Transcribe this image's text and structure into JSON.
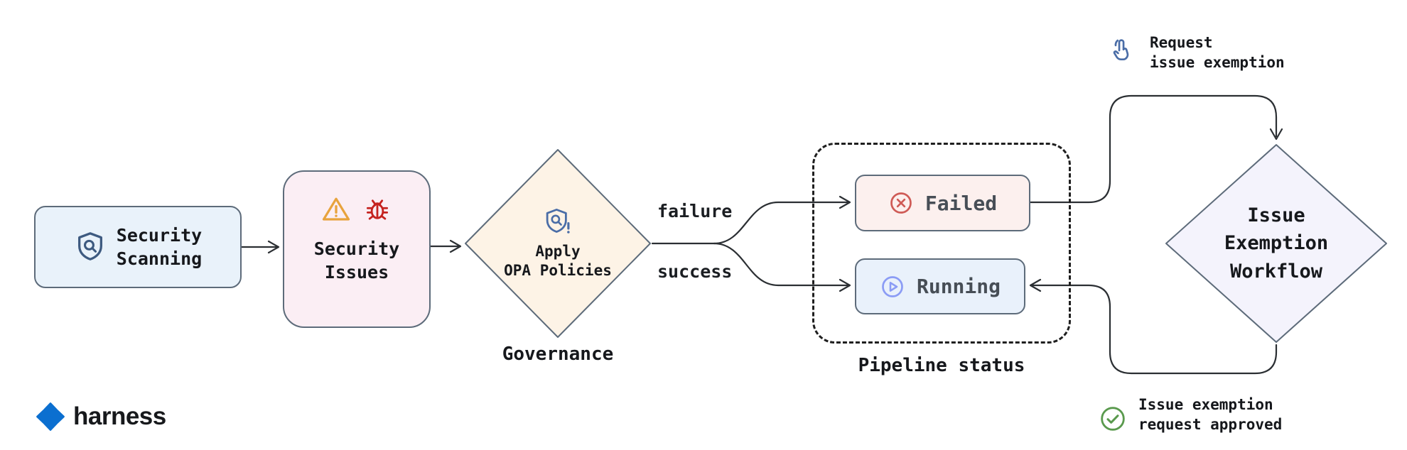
{
  "nodes": {
    "security_scanning": {
      "label": "Security\nScanning",
      "icon": "shield-scan-icon"
    },
    "security_issues": {
      "label": "Security\nIssues",
      "icons": [
        "warning-triangle-icon",
        "bug-icon"
      ]
    },
    "apply_opa": {
      "label": "Apply\nOPA Policies",
      "caption": "Governance",
      "icon": "shield-alert-icon"
    },
    "failed": {
      "label": "Failed",
      "icon": "circle-x-icon"
    },
    "running": {
      "label": "Running",
      "icon": "circle-play-icon"
    },
    "pipeline_status": {
      "caption": "Pipeline status"
    },
    "issue_exemption": {
      "label": "Issue\nExemption\nWorkflow"
    }
  },
  "edges": {
    "failure": "failure",
    "success": "success",
    "request_exemption": "Request\nissue exemption",
    "request_exemption_icon": "tap-hand-icon",
    "request_approved": "Issue exemption\nrequest approved",
    "request_approved_icon": "check-circle-icon"
  },
  "footer": {
    "brand": "harness",
    "brand_icon": "harness-logo-icon"
  },
  "colors": {
    "node_border": "#5d6b7a",
    "connector": "#2b2f33",
    "scanning_bg": "#e9f2fa",
    "issues_bg": "#fbeef4",
    "opa_bg": "#fdf3e6",
    "failed_bg": "#fcf0ee",
    "running_bg": "#e9f1fb",
    "exemption_bg": "#f4f3fc",
    "failed_icon": "#cf5b56",
    "running_icon": "#8b9cf5",
    "warning_orange": "#e8a33d",
    "bug_red": "#c5221f",
    "shield_navy": "#3d5a80",
    "policy_blue": "#4a6da7",
    "approved_green": "#5a9a4e",
    "brand_blue": "#0b6fd0"
  }
}
